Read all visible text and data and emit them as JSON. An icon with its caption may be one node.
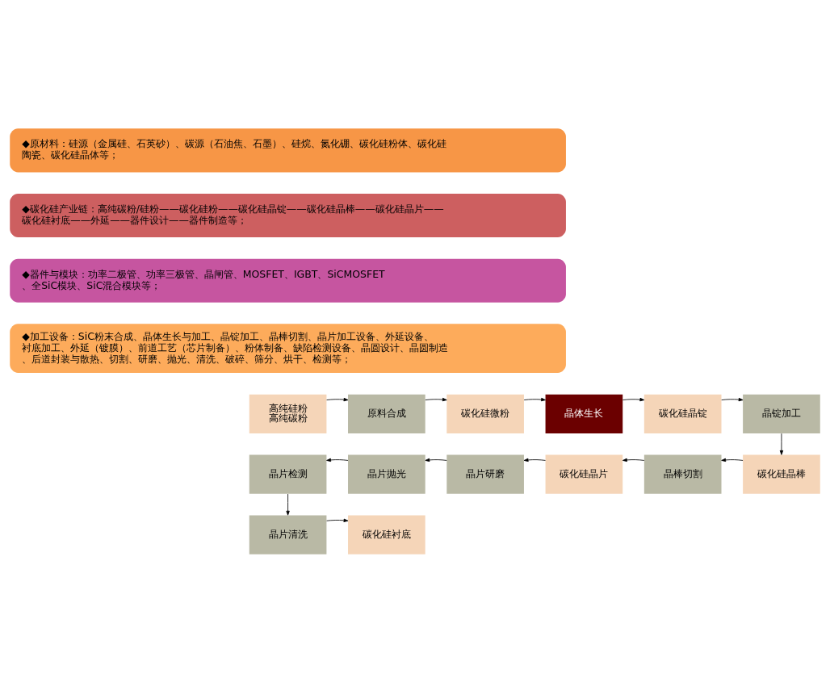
{
  "diagram": {
    "nodes": [
      {
        "text": [
          "◆原材料：硅源（金属硅、石英砂）、碳源（石油焦、石墨）、硅烷、氮化硼、碳化硅粉体、碳化硅陶瓷、碳化硅晶体等；"
        ]
      },
      {
        "text": [
          "◆碳化硅产业链：高纯碳粉/硅粉——碳化硅粉——碳化硅晶锭——碳化硅晶棒——碳化硅晶片——碳化硅衬底——外延——器件设计——器件制造等；"
        ]
      },
      {
        "text": [
          "◆器件与模块：功率二极管、功率三极管、晶闸管、MOSFET、IGBT、SiCMOSFET、全SiC模块、SiC混合模块等；"
        ]
      },
      {
        "text": [
          "◆加工设备：SiC粉末合成、晶体生长与加工、晶锭加工、晶棒切割、晶片加工设备、外延设备、衬底加工、外延（镀膜）、前道工艺（芯片制备）、粉体制备、缺陷检测设备、晶圆设计、晶圆制造、后道封装与散热、切割、研磨、抛光、清洗、破碎、筛分、烘干、检测等；"
        ]
      },
      {
        "text": [
          "高纯硅粉",
          "高纯碳粉"
        ]
      },
      {
        "text": [
          "原料合成"
        ]
      },
      {
        "text": [
          "碳化硅微粉"
        ]
      },
      {
        "text": [
          "晶体生长"
        ]
      },
      {
        "text": [
          "碳化硅晶锭"
        ]
      },
      {
        "text": [
          "晶锭加工"
        ]
      },
      {
        "text": [
          "碳化硅晶棒"
        ]
      },
      {
        "text": [
          "晶棒切割"
        ]
      },
      {
        "text": [
          "碳化硅晶片"
        ]
      },
      {
        "text": [
          "晶片研磨"
        ]
      },
      {
        "text": [
          "晶片抛光"
        ]
      },
      {
        "text": [
          "晶片检测"
        ]
      },
      {
        "text": [
          "晶片清洗"
        ]
      },
      {
        "text": [
          "碳化硅衬底"
        ]
      }
    ],
    "edges": [
      {
        "from": 4,
        "to": 5,
        "arrow": "to"
      },
      {
        "from": 5,
        "to": 6,
        "arrow": "to"
      },
      {
        "from": 6,
        "to": 7,
        "arrow": "to"
      },
      {
        "from": 7,
        "to": 8,
        "arrow": "to"
      },
      {
        "from": 8,
        "to": 9,
        "arrow": "to"
      },
      {
        "from": 9,
        "to": 10,
        "arrow": "to"
      },
      {
        "from": 10,
        "to": 11,
        "arrow": "to"
      },
      {
        "from": 11,
        "to": 12,
        "arrow": "to"
      },
      {
        "from": 12,
        "to": 13,
        "arrow": "to"
      },
      {
        "from": 13,
        "to": 14,
        "arrow": "to"
      },
      {
        "from": 14,
        "to": 15,
        "arrow": "to"
      },
      {
        "from": 15,
        "to": 16,
        "arrow": "to"
      },
      {
        "from": 16,
        "to": 17,
        "arrow": "to"
      }
    ]
  }
}
